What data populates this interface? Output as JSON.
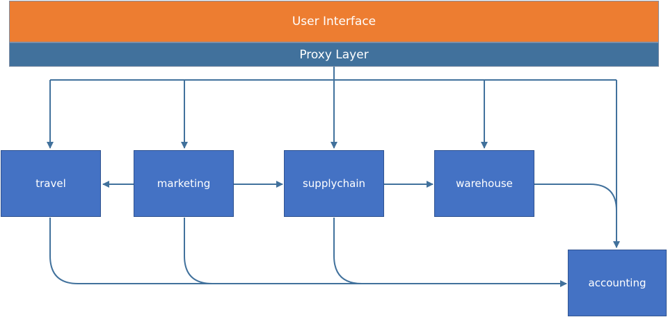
{
  "layers": {
    "ui": "User Interface",
    "proxy": "Proxy Layer"
  },
  "nodes": {
    "travel": "travel",
    "marketing": "marketing",
    "supplychain": "supplychain",
    "warehouse": "warehouse",
    "accounting": "accounting"
  },
  "colors": {
    "ui_layer": "#ed7d31",
    "proxy_layer": "#41719c",
    "service_box": "#4472c4",
    "connector": "#41719c"
  }
}
